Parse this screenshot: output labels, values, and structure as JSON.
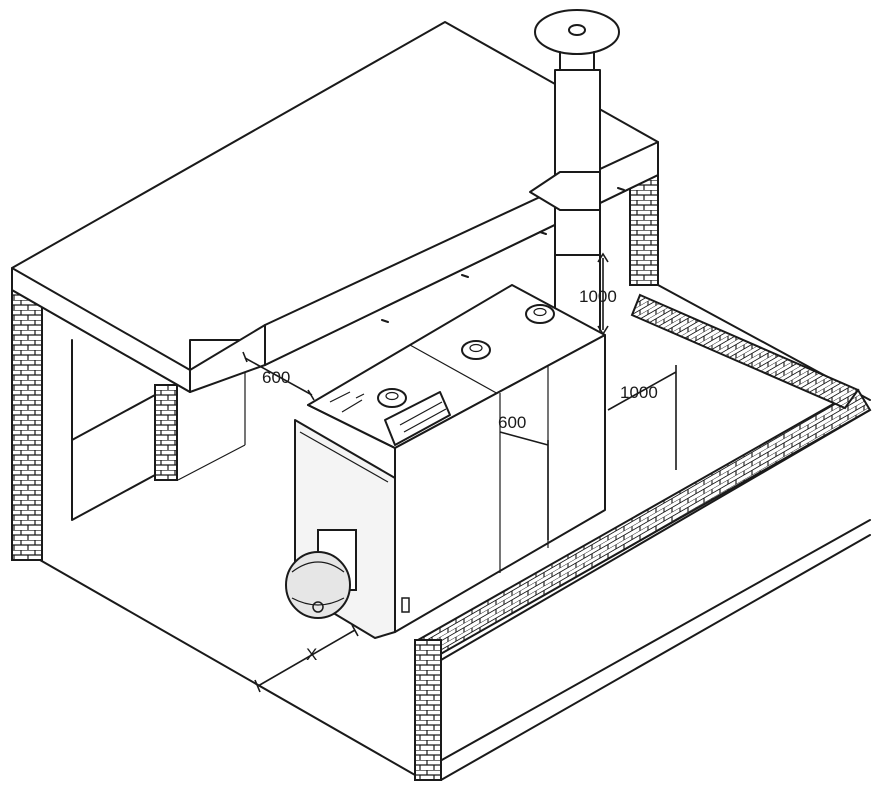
{
  "dimensions": {
    "top_clearance": "1000",
    "side_clearance": "1000",
    "rear_clearance": "600",
    "front_clearance": "600",
    "burner_clearance": "X"
  },
  "colors": {
    "line": "#1a1a1a",
    "background": "#ffffff"
  }
}
